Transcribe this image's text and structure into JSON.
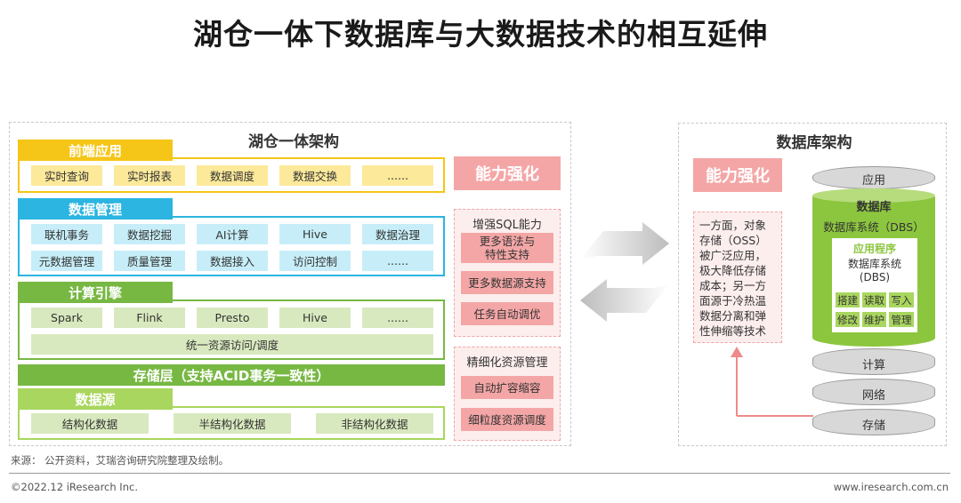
{
  "title": "湖仓一体下数据库与大数据技术的相互延伸",
  "left": {
    "title": "湖仓一体架构",
    "frontend": {
      "header": "前端应用",
      "items": [
        "实时查询",
        "实时报表",
        "数据调度",
        "数据交换",
        "......"
      ]
    },
    "management": {
      "header": "数据管理",
      "row1": [
        "联机事务",
        "数据挖掘",
        "AI计算",
        "Hive",
        "数据治理"
      ],
      "row2": [
        "元数据管理",
        "质量管理",
        "数据接入",
        "访问控制",
        "......"
      ]
    },
    "compute": {
      "header": "计算引擎",
      "row1": [
        "Spark",
        "Flink",
        "Presto",
        "Hive",
        "......"
      ],
      "unified": "统一资源访问/调度"
    },
    "storage": "存储层（支持ACID事务一致性）",
    "source": {
      "header": "数据源",
      "items": [
        "结构化数据",
        "半结构化数据",
        "非结构化数据"
      ]
    },
    "ability": {
      "header": "能力强化",
      "sql": {
        "label": "增强SQL能力",
        "items": [
          "更多语法与\n特性支持",
          "更多数据源支持",
          "任务自动调优"
        ]
      },
      "resource": {
        "label": "精细化资源管理",
        "items": [
          "自动扩容缩容",
          "细粒度资源调度"
        ]
      }
    }
  },
  "right": {
    "title": "数据库架构",
    "ability_header": "能力强化",
    "ability_text": "一方面，对象存储（OSS）被广泛应用，极大降低存储成本；另一方面源于冷热温数据分离和弹性伸缩等技术",
    "app": "应用",
    "db": {
      "label": "数据库",
      "system": "数据库系统（DBS）",
      "app_program": "应用程序",
      "inner_system": "数据库系统\n(DBS)",
      "ops": [
        "搭建",
        "读取",
        "写入",
        "修改",
        "维护",
        "管理"
      ]
    },
    "compute": "计算",
    "network": "网络",
    "storage": "存储"
  },
  "source_note": "来源：  公开资料，艾瑞咨询研究院整理及绘制。",
  "copyright": "©2022.12 iResearch Inc.",
  "website": "www.iresearch.com.cn",
  "colors": {
    "yellow": "#f5c518",
    "cyan": "#2bb5e0",
    "green": "#77b843",
    "pink": "#f4a6a6",
    "dbgreen": "#8cc63f"
  }
}
